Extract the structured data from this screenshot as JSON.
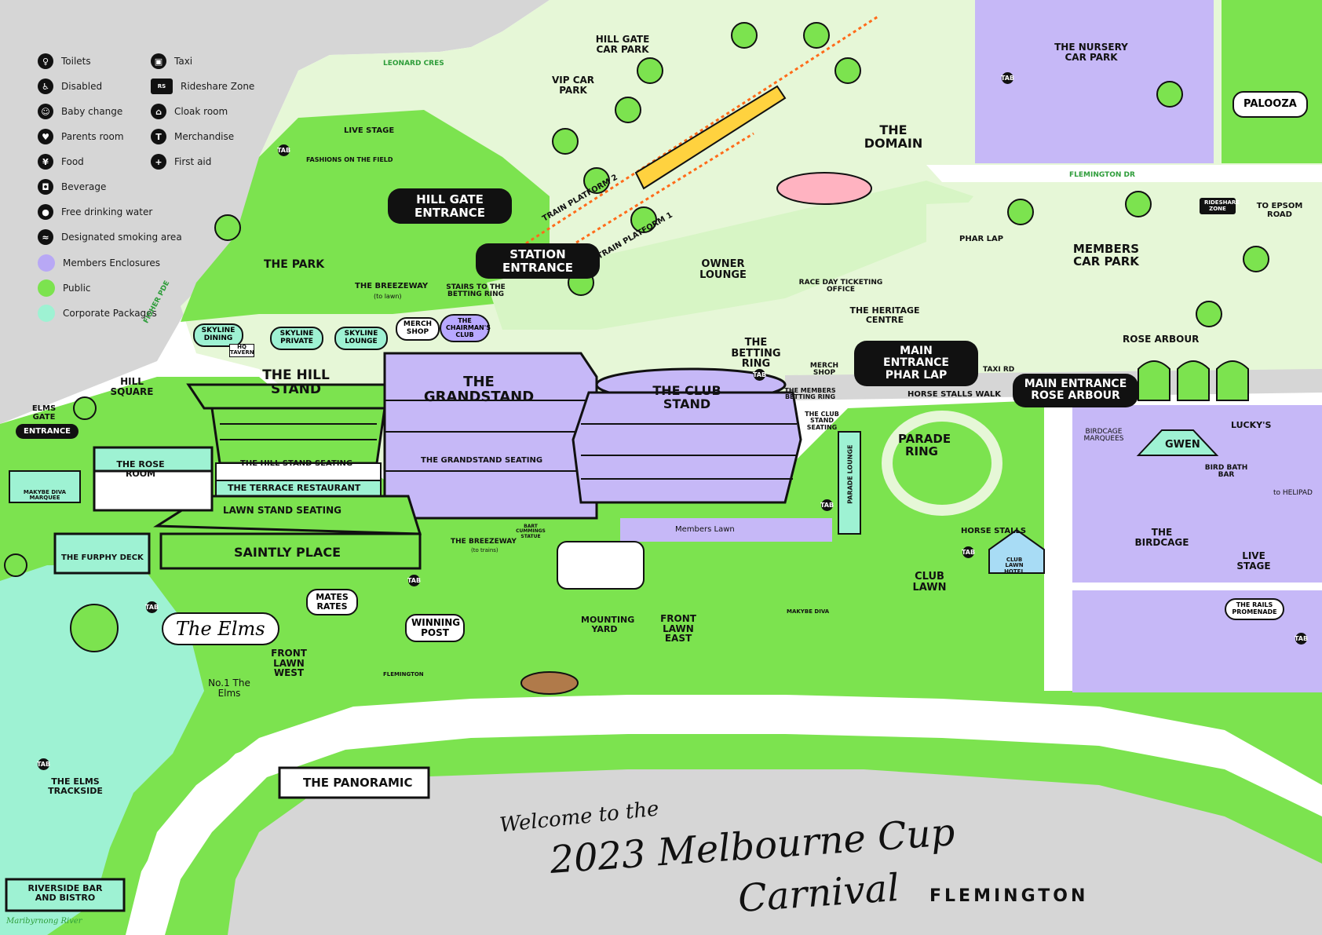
{
  "legend": {
    "items": [
      {
        "label": "Toilets",
        "icon": "toilets-icon",
        "glyph": "♀♂"
      },
      {
        "label": "Disabled",
        "icon": "disabled-icon",
        "glyph": "♿"
      },
      {
        "label": "Baby change",
        "icon": "baby-change-icon",
        "glyph": "☺"
      },
      {
        "label": "Parents room",
        "icon": "parents-room-icon",
        "glyph": "♥"
      },
      {
        "label": "Food",
        "icon": "food-icon",
        "glyph": "¥"
      },
      {
        "label": "Beverage",
        "icon": "beverage-icon",
        "glyph": "◘"
      },
      {
        "label": "Free drinking water",
        "icon": "water-drop-icon",
        "glyph": "●"
      },
      {
        "label": "Designated smoking area",
        "icon": "smoking-icon",
        "glyph": "≈"
      },
      {
        "label": "Taxi",
        "icon": "taxi-icon",
        "glyph": "▣"
      },
      {
        "label": "Rideshare Zone",
        "icon": "rideshare-icon",
        "glyph": "RS"
      },
      {
        "label": "Cloak room",
        "icon": "cloak-room-icon",
        "glyph": "⌂"
      },
      {
        "label": "Merchandise",
        "icon": "merchandise-icon",
        "glyph": "T"
      },
      {
        "label": "First aid",
        "icon": "first-aid-icon",
        "glyph": "+"
      }
    ],
    "swatches": [
      {
        "label": "Members Enclosures",
        "color": "#b8a8f5"
      },
      {
        "label": "Public",
        "color": "#7ce34f"
      },
      {
        "label": "Corporate Packages",
        "color": "#9ef2d3"
      }
    ]
  },
  "roads": {
    "leonard_cres": "LEONARD CRES",
    "fisher_pde": "FISHER PDE",
    "flemington_dr": "FLEMINGTON DR",
    "taxi_rd": "TAXI RD",
    "to_epsom_road": "TO EPSOM ROAD",
    "to_helipad": "to HELIPAD",
    "river": "Maribyrnong River"
  },
  "entrances": {
    "hill_gate": "HILL GATE ENTRANCE",
    "station": "STATION ENTRANCE",
    "phar_lap": "MAIN ENTRANCE PHAR LAP",
    "rose_arbour": "MAIN ENTRANCE ROSE ARBOUR",
    "elms_gate": "ELMS GATE",
    "elms_entrance": "ENTRANCE"
  },
  "areas": {
    "hill_gate_car_park": "HILL GATE CAR PARK",
    "vip_car_park": "VIP CAR PARK",
    "train_platform_2": "TRAIN PLATFORM 2",
    "train_platform_1": "TRAIN PLATFORM 1",
    "the_domain": "THE DOMAIN",
    "nursery_car_park": "THE NURSERY CAR PARK",
    "palooza": "PALOOZA",
    "rideshare_zone": "RIDESHARE ZONE",
    "members_car_park": "MEMBERS CAR PARK",
    "phar_lap": "PHAR LAP",
    "live_stage_park": "LIVE STAGE",
    "fashions_on_the_field": "FASHIONS ON THE FIELD",
    "the_park": "THE PARK",
    "breezeway_lawn": "THE BREEZEWAY",
    "breezeway_lawn_sub": "(to lawn)",
    "stairs": "STAIRS TO THE BETTING RING",
    "owner_lounge": "OWNER LOUNGE",
    "race_day_ticketing": "RACE DAY TICKETING OFFICE",
    "heritage_centre": "THE HERITAGE CENTRE",
    "rose_arbour": "ROSE ARBOUR",
    "skyline_dining": "SKYLINE DINING",
    "skyline_private": "SKYLINE PRIVATE",
    "skyline_lounge": "SKYLINE LOUNGE",
    "hq_tavern": "HQ TAVERN",
    "merch_shop_1": "MERCH SHOP",
    "chairmans_club": "THE CHAIRMAN'S CLUB",
    "betting_ring": "THE BETTING RING",
    "merch_shop_2": "MERCH SHOP",
    "hill_square": "HILL SQUARE",
    "hill_stand": "THE HILL STAND",
    "grandstand": "THE GRANDSTAND",
    "club_stand": "THE CLUB STAND",
    "members_betting_ring": "THE MEMBERS BETTING RING",
    "club_stand_seating": "THE CLUB STAND SEATING",
    "horse_stalls_walk": "HORSE STALLS WALK",
    "parade_ring": "PARADE RING",
    "parade_lounge": "PARADE LOUNGE",
    "birdcage_marquees": "BIRDCAGE MARQUEES",
    "gwen": "GWEN",
    "luckys": "LUCKY'S",
    "bird_bath_bar": "BIRD BATH BAR",
    "the_birdcage": "THE BIRDCAGE",
    "live_stage_birdcage": "LIVE STAGE",
    "rails_promenade": "THE RAILS PROMENADE",
    "rose_room": "THE ROSE ROOM",
    "makybe_diva_marquee": "MAKYBE DIVA MARQUEE",
    "hill_stand_seating": "THE HILL STAND SEATING",
    "grandstand_seating": "THE GRANDSTAND SEATING",
    "terrace_restaurant": "THE TERRACE RESTAURANT",
    "lawn_stand_seating": "LAWN STAND SEATING",
    "saintly_place": "SAINTLY PLACE",
    "furphy_deck": "THE FURPHY DECK",
    "members_lawn": "Members Lawn",
    "breezeway_trains": "THE BREEZEWAY",
    "breezeway_trains_sub": "(to trains)",
    "bart_cummings": "BART CUMMINGS STATUE",
    "horse_stalls": "HORSE STALLS",
    "club_lawn_hotel": "CLUB LAWN HOTEL",
    "club_lawn": "CLUB LAWN",
    "makybe_diva": "MAKYBE DIVA",
    "mates_rates": "MATES RATES",
    "winning_post": "WINNING POST",
    "mounting_yard": "MOUNTING YARD",
    "front_lawn_east": "FRONT LAWN EAST",
    "front_lawn_west": "FRONT LAWN WEST",
    "the_elms": "The Elms",
    "no1_the_elms": "No.1 The Elms",
    "elms_trackside": "THE ELMS TRACKSIDE",
    "the_panoramic": "THE PANORAMIC",
    "riverside": "RIVERSIDE BAR AND BISTRO",
    "flemington_gate": "FLEMINGTON"
  },
  "tab_label": "TAB",
  "title": {
    "line1": "Welcome to the",
    "line2": "2023 Melbourne Cup",
    "line3": "Carnival",
    "brand": "FLEMINGTON"
  },
  "colors": {
    "public": "#7ce34f",
    "members": "#b8a8f5",
    "corporate": "#9ef2d3",
    "track": "#d9d9d9",
    "pale_green": "#e6f7d7",
    "roadGrey": "#d6d6d6"
  }
}
